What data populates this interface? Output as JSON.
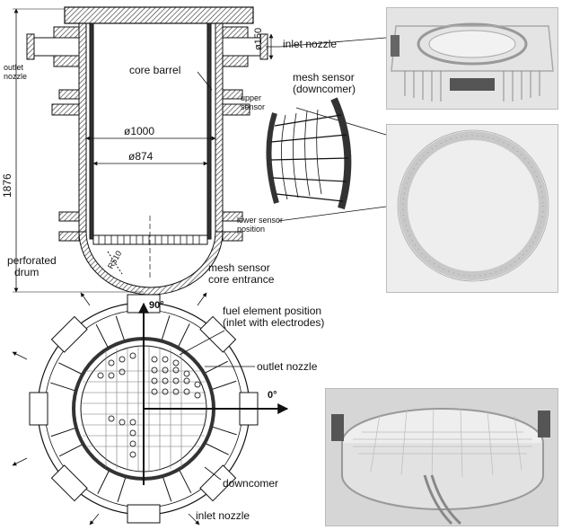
{
  "labels": {
    "dim_150": "ø150",
    "inlet_nozzle_top": "inlet nozzle",
    "outlet_nozzle_left": "outlet\nnozzle",
    "core_barrel": "core barrel",
    "mesh_sensor_down_1": "mesh sensor",
    "mesh_sensor_down_2": "(downcomer)",
    "upper_sensor_1": "upper",
    "upper_sensor_2": "sensor",
    "dim_1000": "ø1000",
    "dim_874": "ø874",
    "dim_1876": "1876",
    "lower_sensor_1": "lower sensor",
    "lower_sensor_2": "position",
    "perforated_1": "perforated",
    "perforated_2": "drum",
    "r510": "R510",
    "mesh_core_1": "mesh sensor",
    "mesh_core_2": "core entrance",
    "angle_90": "90°",
    "angle_0": "0°",
    "fuel_1": "fuel element position",
    "fuel_2": "(inlet with electrodes)",
    "outlet_nozzle_right": "outlet nozzle",
    "downcomer": "downcomer",
    "inlet_nozzle_bottom": "inlet nozzle"
  },
  "photos": {
    "top": "photo-sensor-assembly",
    "middle": "photo-ring-sensor",
    "bottom": "photo-core-sensor"
  },
  "colors": {
    "line": "#1a1a1a",
    "hatch": "#555555",
    "photo_bg": "#e8e8e8"
  }
}
